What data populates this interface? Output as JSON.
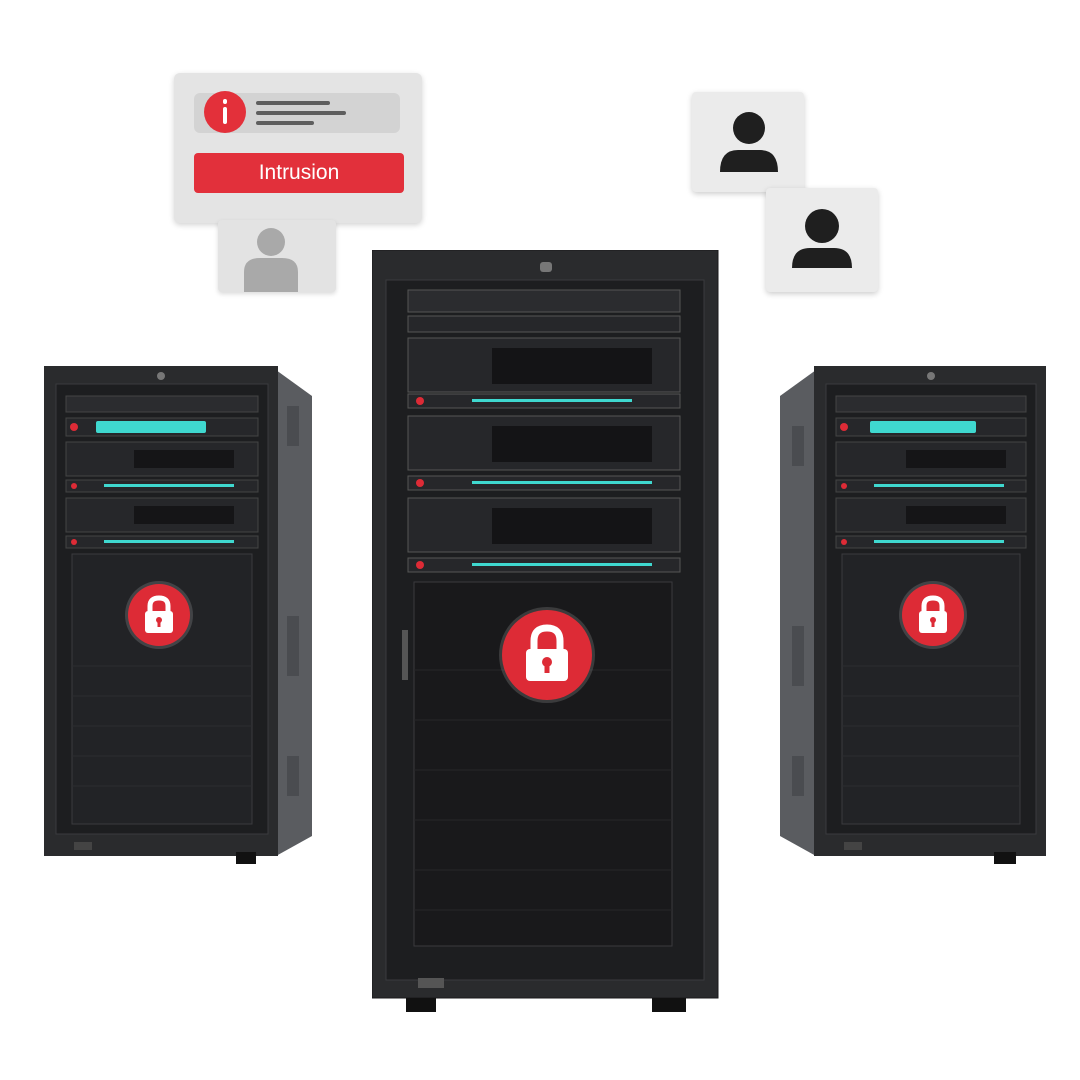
{
  "alert": {
    "label": "Intrusion",
    "accent_color": "#e2303b"
  },
  "icons": {
    "alert": "exclamation-icon",
    "person": "person-icon",
    "lock": "padlock-icon"
  },
  "racks": [
    {
      "name": "left-server-rack",
      "locked": true
    },
    {
      "name": "center-server-rack",
      "locked": true
    },
    {
      "name": "right-server-rack",
      "locked": true
    }
  ],
  "colors": {
    "rack_body": "#2a2b2d",
    "led_teal": "#3fd8cf",
    "lock_red": "#dd2b36"
  }
}
